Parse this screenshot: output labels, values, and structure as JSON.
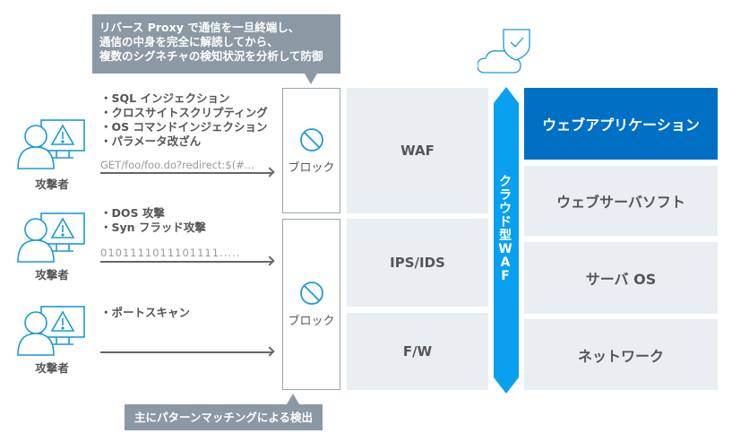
{
  "callout_top": [
    "リバース Proxy で通信を一旦終端し、",
    "通信の中身を完全に解読してから、",
    "複数のシグネチャの検知状況を分析して防御"
  ],
  "callout_bottom": "主にパターンマッチングによる検出",
  "attackers": [
    {
      "label": "攻撃者",
      "bullets": [
        "・SQL インジェクション",
        "・クロスサイトスクリプティング",
        "・OS コマンドインジェクション",
        "・パラメータ改ざん"
      ],
      "payload": "GET/foo/foo.do?redirect:$(#..."
    },
    {
      "label": "攻撃者",
      "bullets": [
        "・DOS 攻撃",
        "・Syn フラッド攻撃"
      ],
      "payload": "0101111011101111....."
    },
    {
      "label": "攻撃者",
      "bullets": [
        "・ポートスキャン"
      ],
      "payload": ""
    }
  ],
  "blocks": [
    "ブロック",
    "ブロック"
  ],
  "defenses": [
    "WAF",
    "IPS/IDS",
    "F/W"
  ],
  "cloud_waf": [
    "ク",
    "ラ",
    "ウ",
    "ド",
    "型",
    "W",
    "A",
    "F"
  ],
  "layers": [
    "ウェブアプリケーション",
    "ウェブサーバソフト",
    "サーバ OS",
    "ネットワーク"
  ],
  "colors": {
    "accent": "#0070c4",
    "arrow": "#0aa0f0",
    "callout": "#8a99a3",
    "panel": "#e9eef2"
  }
}
